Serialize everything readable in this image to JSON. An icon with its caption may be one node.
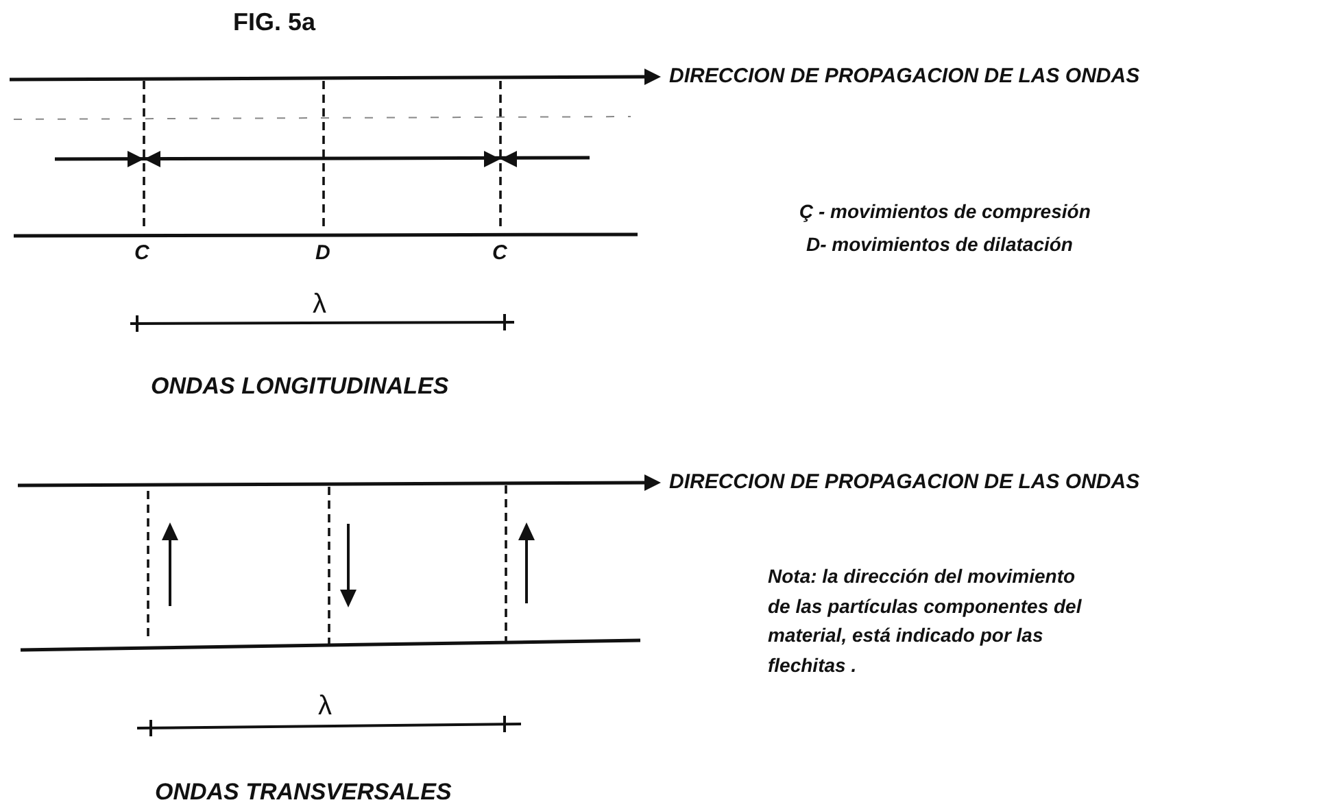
{
  "diagram": {
    "title": "FIG. 5a",
    "labels": [
      "DIRECCION DE PROPAGACION DE LAS ONDAS",
      "C",
      "D",
      "C",
      "Ç - movimientos de compresión",
      "D- movimientos de dilatación",
      "λ",
      "ONDAS LONGITUDINALES",
      "DIRECCION DE PROPAGACION DE LAS ONDAS",
      "Nota: la dirección del movimiento de las partículas componentes del material, está indicado por las flechitas .",
      "λ",
      "ONDAS TRANSVERSALES"
    ]
  }
}
